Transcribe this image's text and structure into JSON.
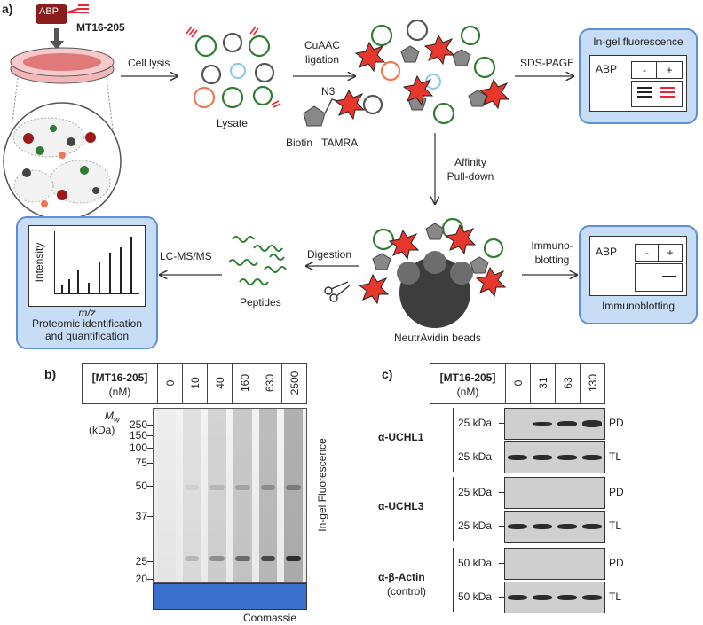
{
  "panel_a": {
    "label": "a)",
    "probe_tag": "ABP",
    "probe_name": "MT16-205",
    "step_cell_lysis": "Cell lysis",
    "lysate_label": "Lysate",
    "click_line1": "CuAAC",
    "click_line2": "ligation",
    "azide_label": "N3",
    "biotin_label": "Biotin",
    "tamra_label": "TAMRA",
    "step_sds": "SDS-PAGE",
    "ingel_box": {
      "title": "In-gel fluorescence",
      "abp": "ABP",
      "minus": "-",
      "plus": "+"
    },
    "step_affinity1": "Affinity",
    "step_affinity2": "Pull-down",
    "step_immuno1": "Immuno-",
    "step_immuno2": "blotting",
    "immuno_box": {
      "title": "Immunoblotting",
      "abp": "ABP",
      "minus": "-",
      "plus": "+"
    },
    "beads_label": "NeutrAvidin beads",
    "step_digestion": "Digestion",
    "peptides_label": "Peptides",
    "step_lcms": "LC-MS/MS",
    "ms_box": {
      "ylabel": "Intensity",
      "xlabel": "m/z",
      "title1": "Proteomic identification",
      "title2": "and quantification"
    }
  },
  "panel_b": {
    "label": "b)",
    "header_line1": "[MT16-205]",
    "header_line2": "(nM)",
    "concentrations": [
      "0",
      "10",
      "40",
      "160",
      "630",
      "2500"
    ],
    "mw_label": "M",
    "mw_sub": "w",
    "mw_unit": "(kDa)",
    "markers": [
      "250",
      "150",
      "100",
      "75",
      "50",
      "37",
      "25",
      "20"
    ],
    "side_label": "In-gel Fluorescence",
    "coomassie_label": "Coomassie",
    "colors": {
      "coomassie": "#3b6fd0"
    }
  },
  "panel_c": {
    "label": "c)",
    "header_line1": "[MT16-205]",
    "header_line2": "(nM)",
    "concentrations": [
      "0",
      "31",
      "63",
      "130"
    ],
    "groups": [
      {
        "antibody": "α-UCHL1",
        "sub": "",
        "rows": [
          {
            "mw": "25 kDa",
            "tag": "PD"
          },
          {
            "mw": "25 kDa",
            "tag": "TL"
          }
        ]
      },
      {
        "antibody": "α-UCHL3",
        "sub": "",
        "rows": [
          {
            "mw": "25 kDa",
            "tag": "PD"
          },
          {
            "mw": "25 kDa",
            "tag": "TL"
          }
        ]
      },
      {
        "antibody": "α-β-Actin",
        "sub": "(control)",
        "rows": [
          {
            "mw": "50 kDa",
            "tag": "PD"
          },
          {
            "mw": "50 kDa",
            "tag": "TL"
          }
        ]
      }
    ]
  }
}
